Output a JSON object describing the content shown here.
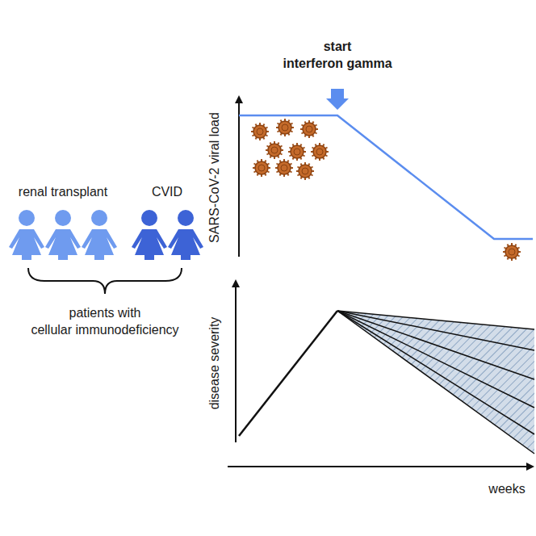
{
  "diagram": {
    "labels": [
      "start",
      "interferon gamma",
      "renal transplant",
      "CVID",
      "patients with",
      "cellular immunodeficiency",
      "SARS-CoV-2 viral load",
      "disease severity",
      "weeks"
    ]
  }
}
